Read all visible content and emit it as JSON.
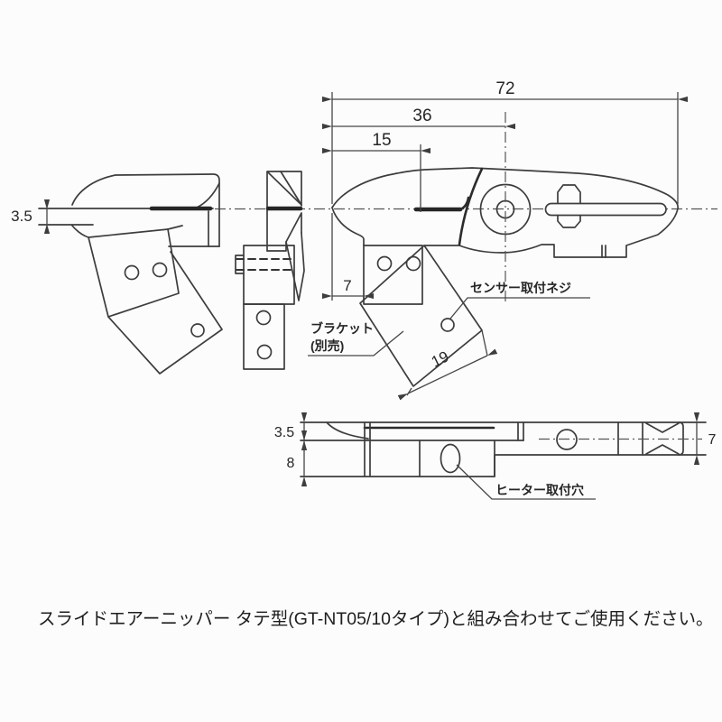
{
  "drawing": {
    "dims": {
      "overall_width": "72",
      "pivot_offset": "36",
      "blade_length": "15",
      "blade_gap": "3.5",
      "bracket_offset": "7",
      "plate_length": "19",
      "top_thickness": "3.5",
      "body_thickness": "8",
      "right_width": "7"
    },
    "labels": {
      "sensor_screw": "センサー取付ネジ",
      "bracket_line1": "ブラケット",
      "bracket_line2": "(別売)",
      "heater_hole": "ヒーター取付穴"
    },
    "caption": "スライドエアーニッパー タテ型(GT-NT05/10タイプ)と組み合わせてご使用ください。"
  }
}
